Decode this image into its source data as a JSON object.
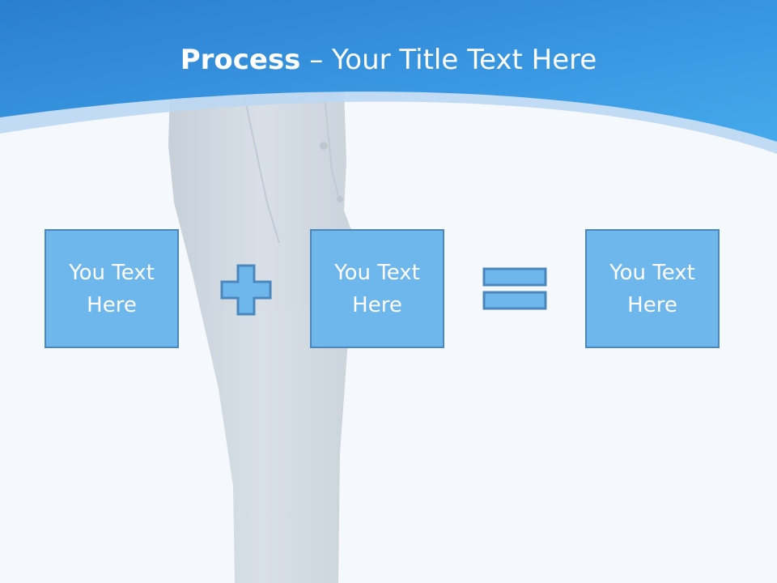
{
  "title": {
    "bold": "Process",
    "rest": " – Your Title Text Here"
  },
  "boxes": [
    {
      "text": "You Text Here"
    },
    {
      "text": "You Text Here"
    },
    {
      "text": "You Text Here"
    }
  ],
  "colors": {
    "header_blue": "#2f8fdb",
    "box_fill": "#6db7ec",
    "box_border": "#4b87bd",
    "background": "#f5f9fd"
  },
  "icons": {
    "operator_1": "plus-icon",
    "operator_2": "equals-icon"
  }
}
